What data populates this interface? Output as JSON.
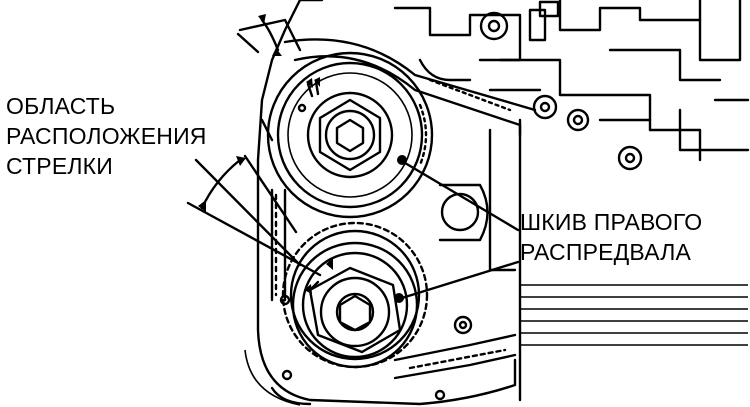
{
  "labels": {
    "arrow_area": [
      "ОБЛАСТЬ",
      "РАСПОЛОЖЕНИЯ",
      "СТРЕЛКИ"
    ],
    "camshaft_pulley": [
      "ШКИВ ПРАВОГО",
      "РАСПРЕДВАЛА"
    ]
  },
  "colors": {
    "ink": "#000000",
    "paper": "#ffffff"
  }
}
